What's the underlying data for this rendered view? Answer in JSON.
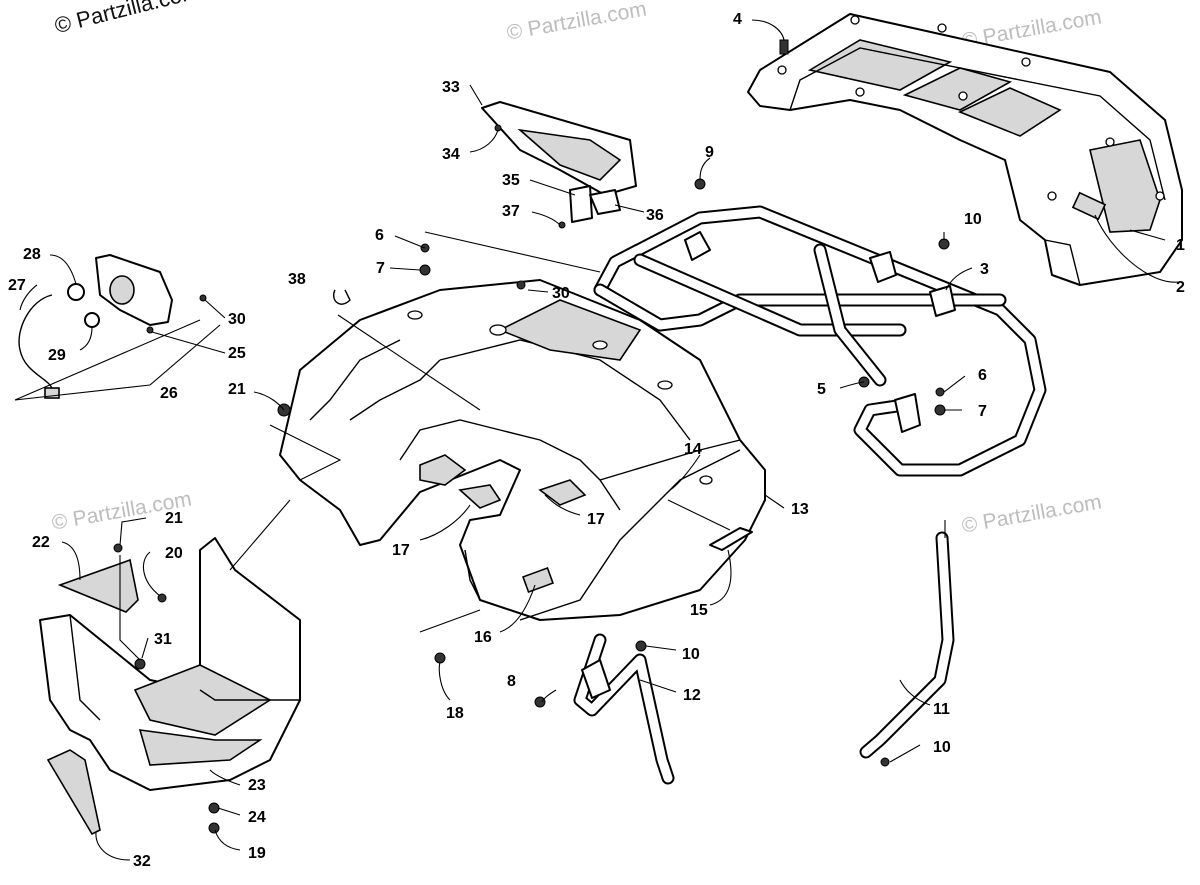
{
  "watermarks": {
    "main": "© Partzilla.com",
    "faint": "© Partzilla.com"
  },
  "callouts": {
    "c1": "1",
    "c2": "2",
    "c3": "3",
    "c4": "4",
    "c5": "5",
    "c6a": "6",
    "c6b": "6",
    "c7a": "7",
    "c7b": "7",
    "c8": "8",
    "c9": "9",
    "c10a": "10",
    "c10b": "10",
    "c10c": "10",
    "c11": "11",
    "c12": "12",
    "c13": "13",
    "c14": "14",
    "c15": "15",
    "c16": "16",
    "c17a": "17",
    "c17b": "17",
    "c18": "18",
    "c19": "19",
    "c20": "20",
    "c21a": "21",
    "c21b": "21",
    "c22": "22",
    "c23": "23",
    "c24": "24",
    "c25": "25",
    "c26": "26",
    "c27": "27",
    "c28": "28",
    "c29": "29",
    "c30a": "30",
    "c30b": "30",
    "c31": "31",
    "c32": "32",
    "c33": "33",
    "c34": "34",
    "c35": "35",
    "c36": "36",
    "c37": "37",
    "c38": "38"
  },
  "colors": {
    "line": "#000000",
    "watermark": "#bdbdbd",
    "background": "#ffffff"
  }
}
